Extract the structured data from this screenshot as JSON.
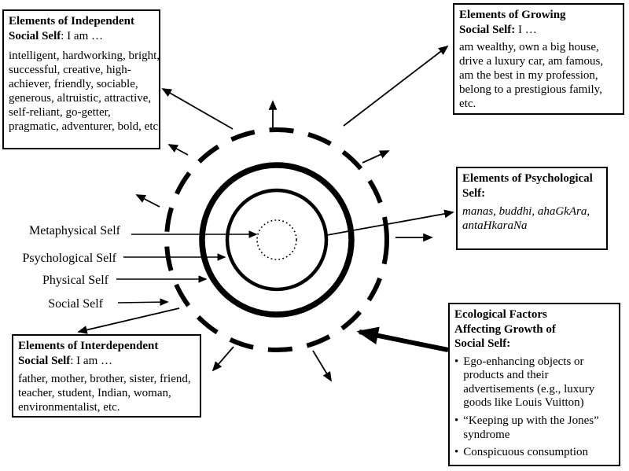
{
  "figure": {
    "background": "#ffffff",
    "line_color": "#000000",
    "bullet_glyph": "•"
  },
  "labels": {
    "metaphysical": "Metaphysical Self",
    "psychological": "Psychological Self",
    "physical": "Physical Self",
    "social": "Social Self"
  },
  "boxes": {
    "independent": {
      "title_bold": "Elements of Independent\nSocial Self",
      "title_rest": ": I am …",
      "body": "intelligent, hardworking, bright,\nsuccessful, creative, high-\nachiever, friendly, sociable,\ngenerous, altruistic, attractive,\nself-reliant, go-getter,\npragmatic, adventurer, bold, etc."
    },
    "growing": {
      "title_bold": "Elements of Growing\nSocial Self:",
      "title_rest": " I …",
      "body": "am wealthy, own a big house,\ndrive a luxury car, am famous,\nam the best in my profession,\nbelong to a prestigious family,\netc."
    },
    "psychological": {
      "title_bold": "Elements of Psychological\nSelf:",
      "body_italic": "manas, buddhi, ahaGkAra,\nantaHkaraNa"
    },
    "ecological": {
      "title_bold": "Ecological Factors\nAffecting Growth of\nSocial Self:",
      "bullets": [
        "Ego-enhancing objects or\nproducts and their\nadvertisements (e.g., luxury\ngoods like Louis Vuitton)",
        "“Keeping up with the Jones”\nsyndrome",
        "Conspicuous consumption"
      ]
    },
    "interdependent": {
      "title_bold": "Elements of Interdependent\nSocial Self",
      "title_rest": ": I am …",
      "body": "father, mother, brother, sister, friend,\nteacher, student, Indian, woman,\nenvironmentalist, etc."
    }
  }
}
